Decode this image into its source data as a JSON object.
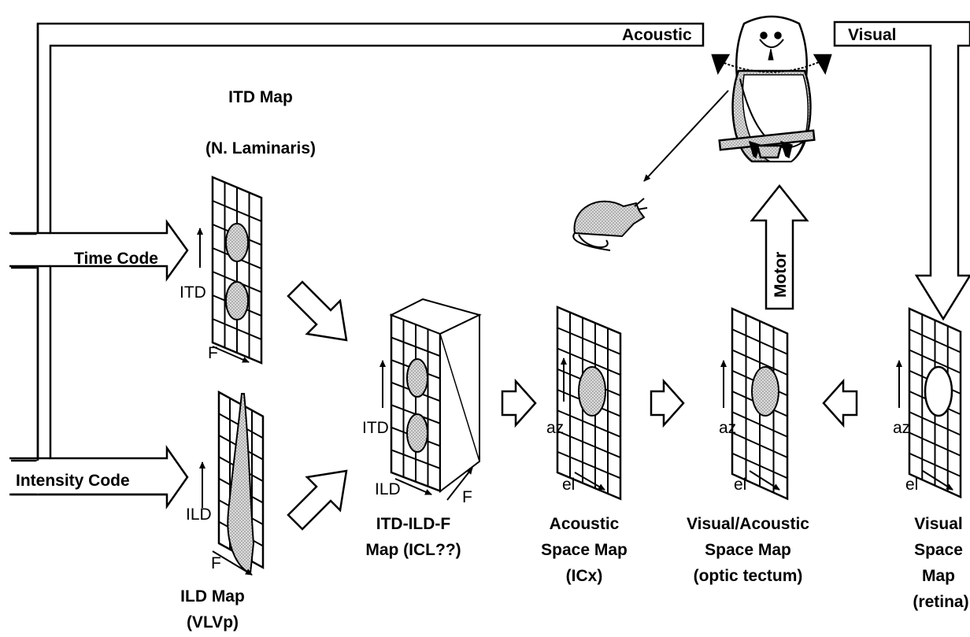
{
  "flow_labels": {
    "acoustic": "Acoustic",
    "visual": "Visual",
    "time_code": "Time Code",
    "intensity_code": "Intensity Code",
    "motor": "Motor"
  },
  "itd_map": {
    "title_line1": "ITD Map",
    "title_line2": "(N. Laminaris)",
    "axis_vertical": "ITD",
    "axis_horizontal": "F"
  },
  "ild_map": {
    "axis_vertical": "ILD",
    "axis_horizontal": "F",
    "caption_line1": "ILD Map",
    "caption_line2": "(VLVp)"
  },
  "itd_ild_f_map": {
    "axis_vertical": "ITD",
    "axis_horizontal": "ILD",
    "axis_depth": "F",
    "caption_line1": "ITD-ILD-F",
    "caption_line2": "Map (ICL??)"
  },
  "acoustic_space_map": {
    "axis_vertical": "az",
    "axis_horizontal": "el",
    "caption_line1": "Acoustic",
    "caption_line2": "Space Map",
    "caption_line3": "(ICx)"
  },
  "visual_acoustic_space_map": {
    "axis_vertical": "az",
    "axis_horizontal": "el",
    "caption_line1": "Visual/Acoustic",
    "caption_line2": "Space Map",
    "caption_line3": "(optic tectum)"
  },
  "visual_space_map": {
    "axis_vertical": "az",
    "axis_horizontal": "el",
    "caption_line1": "Visual",
    "caption_line2": "Space",
    "caption_line3": "Map",
    "caption_line4": "(retina)"
  },
  "colors": {
    "stroke": "#000000",
    "background": "#ffffff",
    "stipple": "#c8c8c8"
  }
}
